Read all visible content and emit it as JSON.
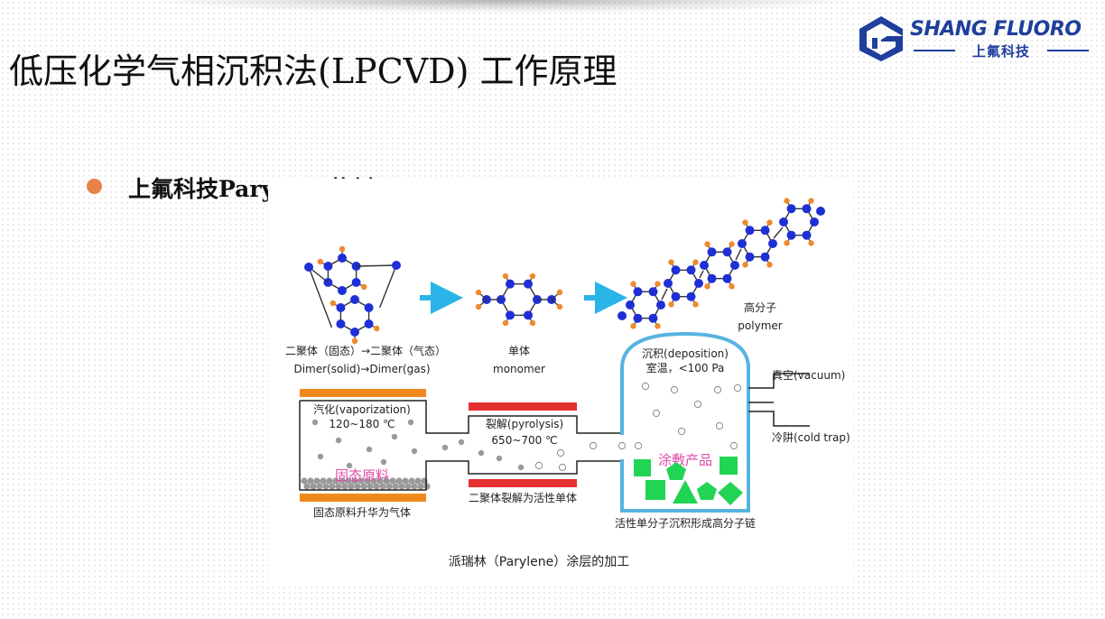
{
  "header": {
    "title": "低压化学气相沉积法(LPCVD) 工作原理"
  },
  "logo": {
    "name_en": "SHANG FLUORO",
    "name_cn": "上氟科技",
    "colors": {
      "primary": "#1e3f9c"
    }
  },
  "bullet": {
    "text": "上氟科技Parylene药剂",
    "dot_color": "#e8814a"
  },
  "diagram": {
    "labels": {
      "dimer_cn": "二聚体（固态）→二聚体（气态）",
      "dimer_en": "Dimer(solid)→Dimer(gas)",
      "monomer_cn": "单体",
      "monomer_en": "monomer",
      "polymer_cn": "高分子",
      "polymer_en": "polymer",
      "vaporization": "汽化(vaporization)",
      "vaporization_temp": "120~180 ℃",
      "solid_material": "固态原料",
      "vaporization_caption": "固态原料升华为气体",
      "pyrolysis": "裂解(pyrolysis)",
      "pyrolysis_temp": "650~700 ℃",
      "pyrolysis_caption": "二聚体裂解为活性单体",
      "deposition": "沉积(deposition)",
      "deposition_cond": "室温，<100 Pa",
      "coated_product": "涂敷产品",
      "deposition_caption": "活性单分子沉积形成高分子链",
      "vacuum": "真空(vacuum)",
      "cold_trap": "冷阱(cold trap)",
      "caption": "派瑞林（Parylene）涂层的加工"
    },
    "colors": {
      "heater": "#f08a1c",
      "pyrolysis_heater": "#e53030",
      "chamber": "#57b4e0",
      "product": "#22d454",
      "arrow": "#2ab4e8",
      "atom_carbon": "#1f2fd6",
      "atom_hydrogen": "#ee8a2e",
      "pink_label": "#e24aa8"
    }
  }
}
